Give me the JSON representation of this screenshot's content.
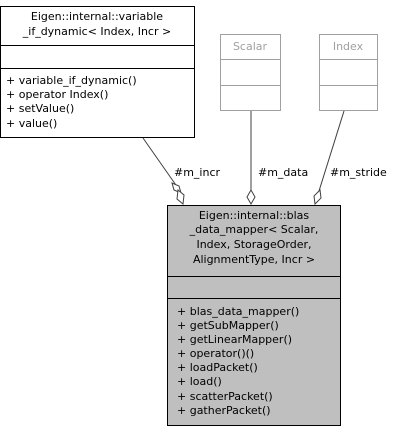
{
  "variable_class": {
    "title_lines": [
      "Eigen::internal::variable",
      "_if_dynamic< Index, Incr >"
    ],
    "methods": [
      "+ variable_if_dynamic()",
      "+ operator Index()",
      "+ setValue()",
      "+ value()"
    ]
  },
  "scalar_class": {
    "title": "Scalar"
  },
  "index_class": {
    "title": "Index"
  },
  "main_class": {
    "title_lines": [
      "Eigen::internal::blas",
      "_data_mapper< Scalar,",
      "Index, StorageOrder,",
      "AlignmentType, Incr >"
    ],
    "methods": [
      "+ blas_data_mapper()",
      "+ getSubMapper()",
      "+ getLinearMapper()",
      "+ operator()()",
      "+ loadPacket()",
      "+ load()",
      "+ scatterPacket()",
      "+ gatherPacket()"
    ]
  },
  "edges": {
    "m_incr": "#m_incr",
    "m_data": "#m_data",
    "m_stride": "#m_stride"
  }
}
